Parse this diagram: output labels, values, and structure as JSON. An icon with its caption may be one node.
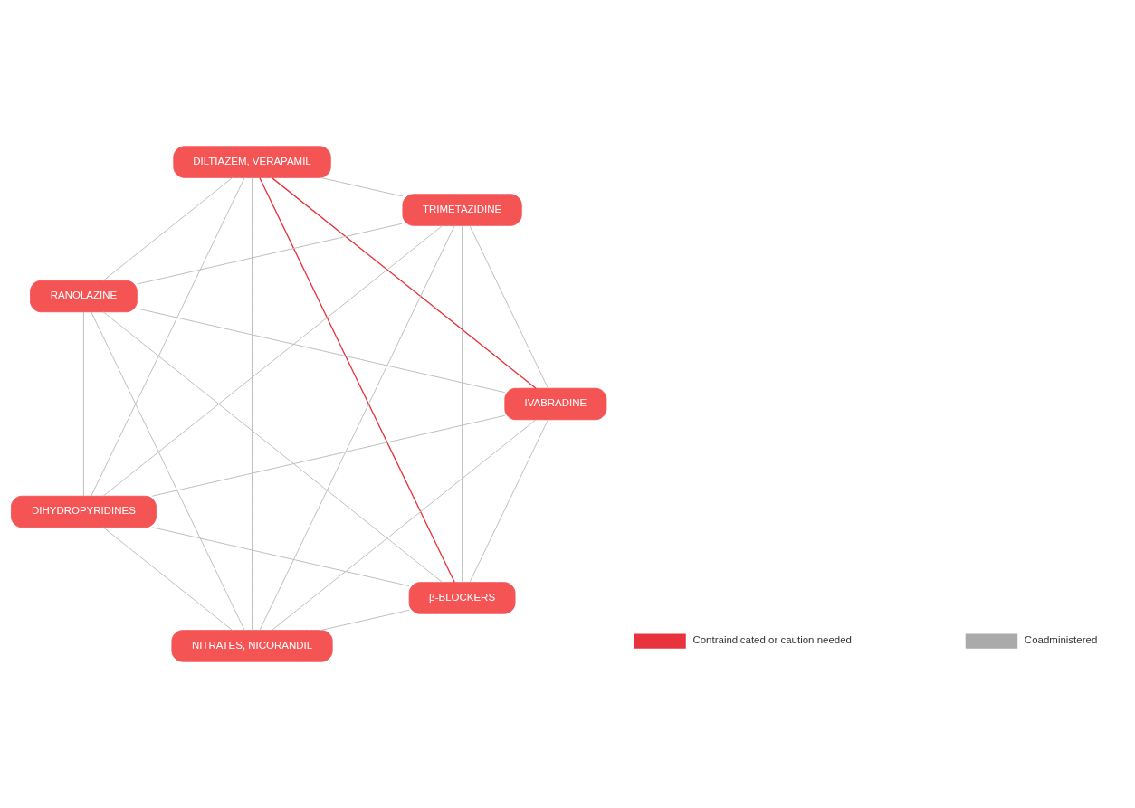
{
  "diagram": {
    "nodes": [
      {
        "text": [
          "β-BLOCKERS"
        ]
      },
      {
        "text": [
          "IVABRADINE"
        ]
      },
      {
        "text": [
          "DIHYDROPYRIDINES"
        ]
      },
      {
        "text": [
          "RANOLAZINE"
        ]
      },
      {
        "text": [
          "DILTIAZEM, VERAPAMIL"
        ]
      },
      {
        "text": [
          "TRIMETAZIDINE"
        ]
      },
      {
        "text": [
          "NITRATES, NICORANDIL"
        ]
      }
    ],
    "edges": [
      {
        "from": 0,
        "to": 1,
        "arrow": "none"
      },
      {
        "from": 0,
        "to": 2,
        "arrow": "none"
      },
      {
        "from": 0,
        "to": 3,
        "arrow": "none"
      },
      {
        "from": 0,
        "to": 4,
        "arrow": "none",
        "color": "#e8323c"
      },
      {
        "from": 0,
        "to": 5,
        "arrow": "none"
      },
      {
        "from": 0,
        "to": 6,
        "arrow": "none"
      },
      {
        "from": 1,
        "to": 2,
        "arrow": "none"
      },
      {
        "from": 1,
        "to": 3,
        "arrow": "none"
      },
      {
        "from": 1,
        "to": 4,
        "arrow": "none",
        "color": "#e8323c"
      },
      {
        "from": 1,
        "to": 5,
        "arrow": "none"
      },
      {
        "from": 1,
        "to": 6,
        "arrow": "none"
      },
      {
        "from": 2,
        "to": 3,
        "arrow": "none"
      },
      {
        "from": 2,
        "to": 4,
        "arrow": "none"
      },
      {
        "from": 2,
        "to": 5,
        "arrow": "none"
      },
      {
        "from": 2,
        "to": 6,
        "arrow": "none"
      },
      {
        "from": 3,
        "to": 4,
        "arrow": "none"
      },
      {
        "from": 3,
        "to": 5,
        "arrow": "none"
      },
      {
        "from": 3,
        "to": 6,
        "arrow": "none"
      },
      {
        "from": 4,
        "to": 5,
        "arrow": "none"
      },
      {
        "from": 4,
        "to": 6,
        "arrow": "none"
      },
      {
        "from": 5,
        "to": 6,
        "arrow": "none"
      }
    ],
    "legend": [
      {
        "text": "Contraindicated or caution needed",
        "color": "#e8323c"
      },
      {
        "text": "Coadministered",
        "color": "#aaaaaa"
      }
    ]
  }
}
